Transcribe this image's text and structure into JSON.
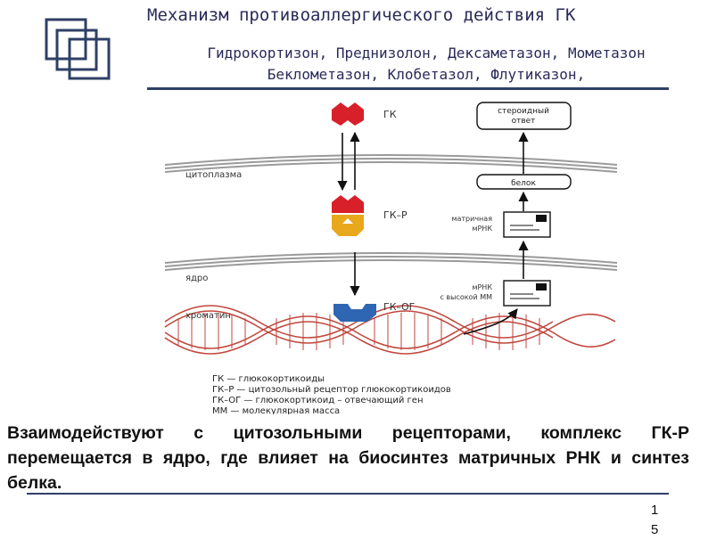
{
  "title": "Механизм противоаллергического действия ГК",
  "drugs": {
    "line1": "Гидрокортизон, Преднизолон, Дексаметазон, Мометазон",
    "line2": "Беклометазон, Клобетазол, Флутиказон,"
  },
  "diagram": {
    "labels": {
      "gk": "ГК",
      "gkr": "ГК–Р",
      "gkog": "ГК–ОГ",
      "cytoplasm": "цитоплазма",
      "nucleus": "ядро",
      "chromatin": "хроматин",
      "steroid_response_1": "стероидный",
      "steroid_response_2": "ответ",
      "protein": "белок",
      "matrix_mrna_1": "матричная",
      "matrix_mrna_2": "мРНК",
      "hmw_mrna_1": "мРНК",
      "hmw_mrna_2": "с высокой ММ"
    },
    "legend": [
      "ГК — глюкокортикоиды",
      "ГК–Р — цитозольный рецептор глюкокортикоидов",
      "ГК–ОГ — глюкокортикоид – отвечающий ген",
      "ММ — молекулярная масса"
    ],
    "colors": {
      "gk": "#d8202a",
      "receptor": "#e8a81c",
      "gene": "#2f66b3",
      "dna": "#c0463c"
    }
  },
  "caption": "Взаимодействуют с цитозольными рецепторами, комплекс ГК-Р перемещается в ядро, где влияет на биосинтез матричных РНК и синтез белка.",
  "page_number": "1 5"
}
